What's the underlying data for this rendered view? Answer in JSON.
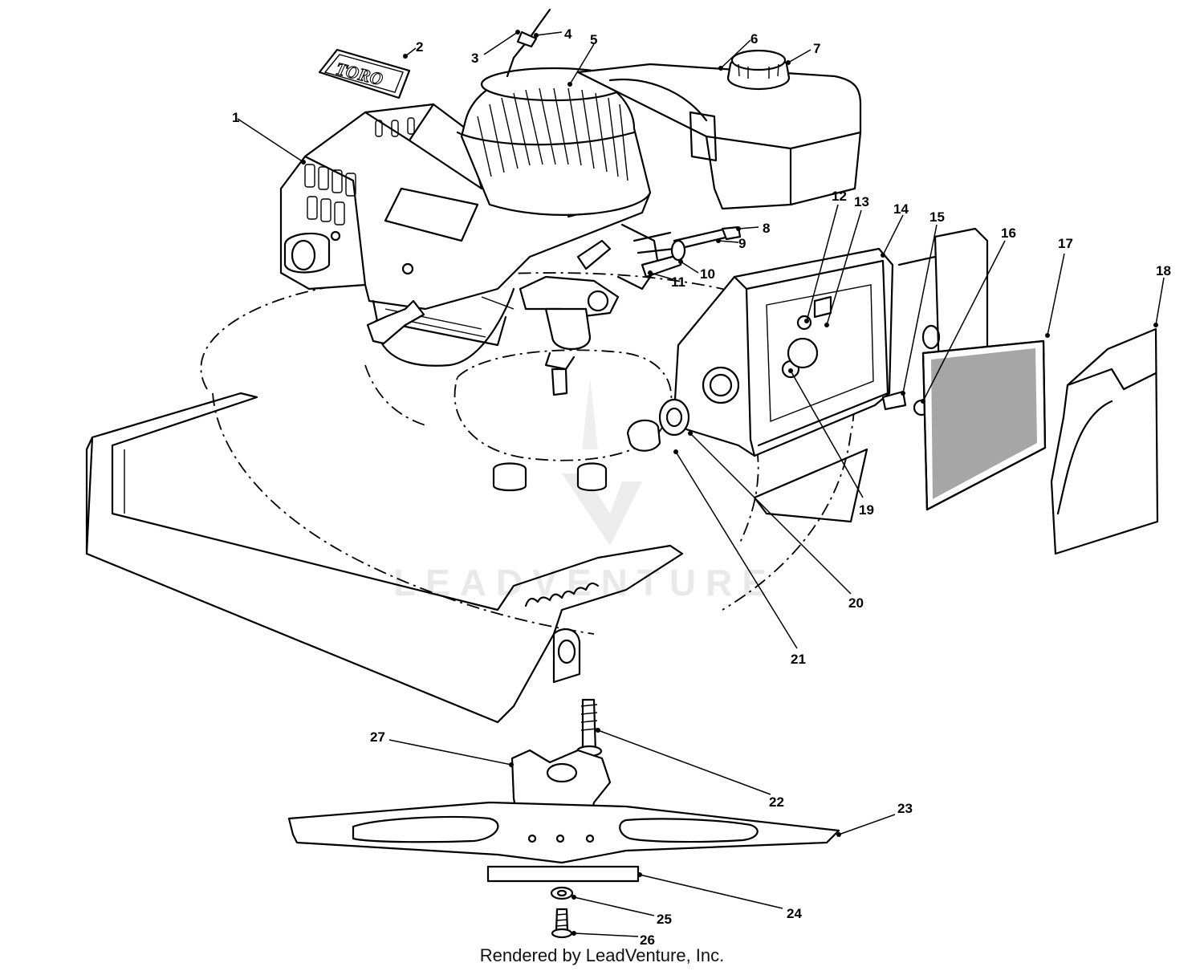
{
  "diagram": {
    "brand_label": "TORO",
    "watermark": "LEADVENTURE",
    "callouts": [
      "1",
      "2",
      "3",
      "4",
      "5",
      "6",
      "7",
      "8",
      "9",
      "10",
      "11",
      "12",
      "13",
      "14",
      "15",
      "16",
      "17",
      "18",
      "19",
      "20",
      "21",
      "22",
      "23",
      "24",
      "25",
      "26",
      "27"
    ]
  },
  "footer": {
    "credit": "Rendered by LeadVenture, Inc."
  }
}
